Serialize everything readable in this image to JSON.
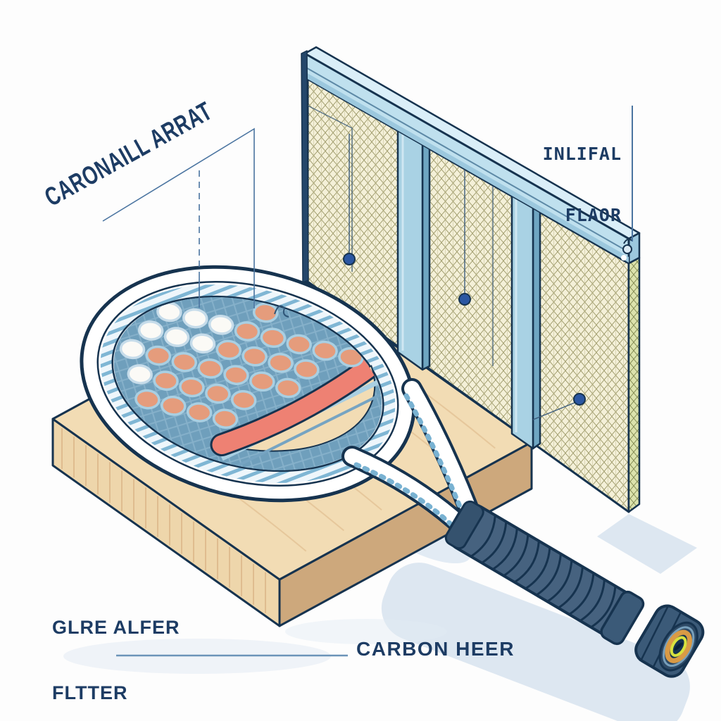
{
  "labels": {
    "racket_face": "CARONAILL ARRAT",
    "wall": {
      "line1": "INLIFAL",
      "line2": "FLAOR"
    },
    "platform": {
      "line1": "GLRE ALFER",
      "line2": "FLTTER"
    },
    "handle": "CARBON HEER"
  },
  "colors": {
    "label_text": "#1d3c64",
    "annotation_line": "#4a74a0",
    "outline_navy": "#16334f",
    "racket_face_blue": "#6f9fbc",
    "string_hole_salmon": "#e59c7c",
    "hole_ring_blue": "#a9cfe2",
    "accent_band_red": "#ee8173",
    "frame_white": "#ffffff",
    "grip_navy": "#46627f",
    "butt_cap_gold": "#d99a45",
    "butt_cap_yellow": "#d8e23f",
    "wall_beam_blue": "#bfe0ee",
    "wall_stud_blue": "#a9d2e4",
    "mesh_cream": "#f4f0d8",
    "mesh_side_green": "#dbe2ac",
    "wood_tan": "#f2dcb4",
    "wood_side_tan": "#cda87c",
    "floor_shadow": "#d7e3ef",
    "fastener_blue": "#2b57a2"
  }
}
